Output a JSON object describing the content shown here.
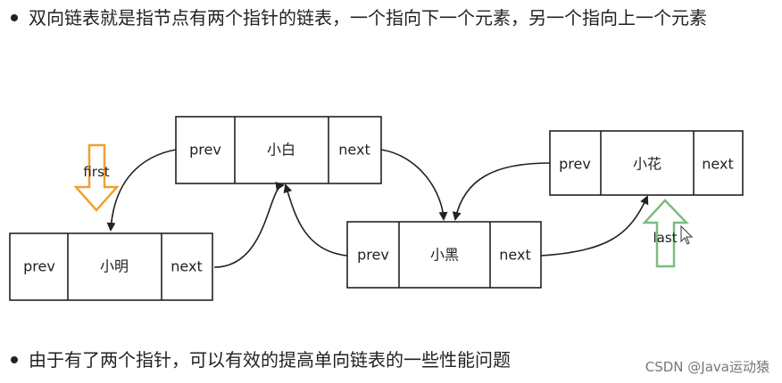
{
  "bullets": [
    "双向链表就是指节点有两个指针的链表，一个指向下一个元素，另一个指向上一个元素",
    "由于有了两个指针，可以有效的提高单向链表的一些性能问题"
  ],
  "nodes": [
    {
      "prev": "prev",
      "value": "小白",
      "next": "next"
    },
    {
      "prev": "prev",
      "value": "小明",
      "next": "next"
    },
    {
      "prev": "prev",
      "value": "小黑",
      "next": "next"
    },
    {
      "prev": "prev",
      "value": "小花",
      "next": "next"
    }
  ],
  "pointers": {
    "first": {
      "label": "first",
      "color": "#f0a030"
    },
    "last": {
      "label": "last",
      "color": "#7dbb7d"
    }
  },
  "watermark": "CSDN @Java运动猿"
}
